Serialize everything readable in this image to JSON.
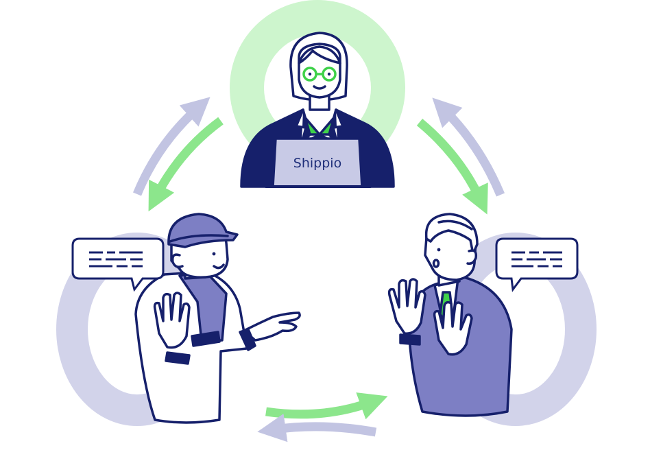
{
  "laptop": {
    "brand_label": "Shippio"
  },
  "colors": {
    "navy": "#16206b",
    "green_accent": "#3fd14a",
    "green_arrow": "#8ce68c",
    "green_ring": "#cdf5cd",
    "lavender_arrow": "#c2c4e2",
    "lavender_ring": "#d2d3ea",
    "suit_purple": "#7d7fc4",
    "laptop_gray": "#c8cae6"
  },
  "speech_bubbles": [
    {
      "owner": "worker",
      "icon": "text-lines-icon"
    },
    {
      "owner": "businessman",
      "icon": "text-lines-icon"
    }
  ]
}
